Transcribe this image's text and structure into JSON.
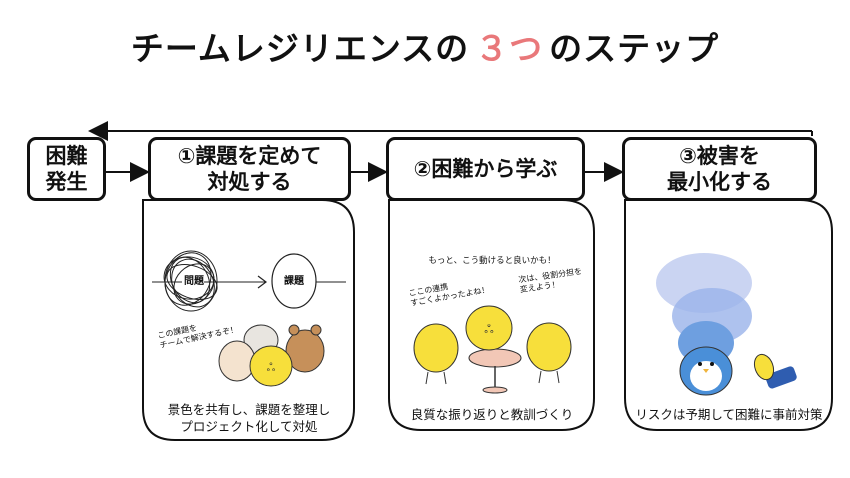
{
  "title": {
    "before": "チームレジリエンスの",
    "highlight": "３つ",
    "after": "のステップ"
  },
  "steps": {
    "start": {
      "line1": "困難",
      "line2": "発生"
    },
    "step1": {
      "line1": "①課題を定めて",
      "line2": "対処する"
    },
    "step2": {
      "line1": "②困難から学ぶ"
    },
    "step3": {
      "line1": "③被害を",
      "line2": "最小化する"
    }
  },
  "panels": {
    "p1": {
      "tangle_label": "問題",
      "circle_label": "課題",
      "speech": [
        "この課題を",
        "チームで解決するぞ！"
      ],
      "caption_line1": "景色を共有し、課題を整理し",
      "caption_line2": "プロジェクト化して対処"
    },
    "p2": {
      "top_text": "もっと、こう動けると良いかも！",
      "left_speech": [
        "ここの連携",
        "すごくよかったよね！"
      ],
      "right_speech": [
        "次は、役割分担を",
        "変えよう！"
      ],
      "caption": "良質な振り返りと教訓づくり"
    },
    "p3": {
      "caption": "リスクは予期して困難に事前対策"
    }
  },
  "colors": {
    "accent": "#e9787a",
    "chick": "#f7df3b",
    "bird_blue": "#4a8fd8",
    "outline": "#111111"
  }
}
